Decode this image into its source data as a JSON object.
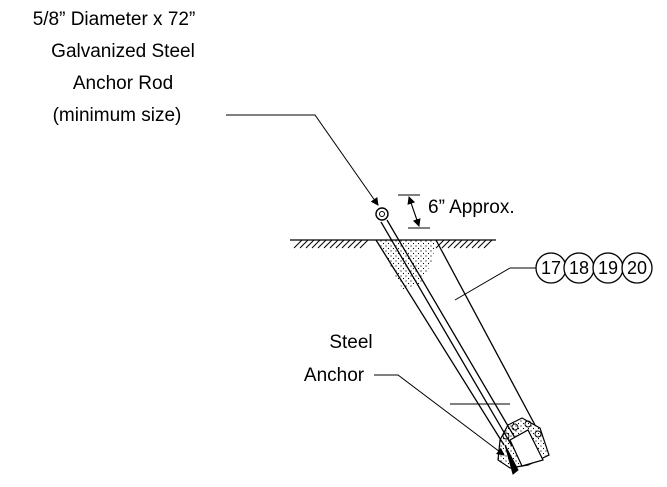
{
  "rod_label": {
    "line1": "5/8” Diameter x 72”",
    "line2": "Galvanized Steel",
    "line3": "Anchor Rod",
    "line4": "(minimum size)"
  },
  "projection_label": "6” Approx.",
  "anchor_label": {
    "line1": "Steel",
    "line2": "Anchor"
  },
  "callouts": [
    "17",
    "18",
    "19",
    "20"
  ]
}
